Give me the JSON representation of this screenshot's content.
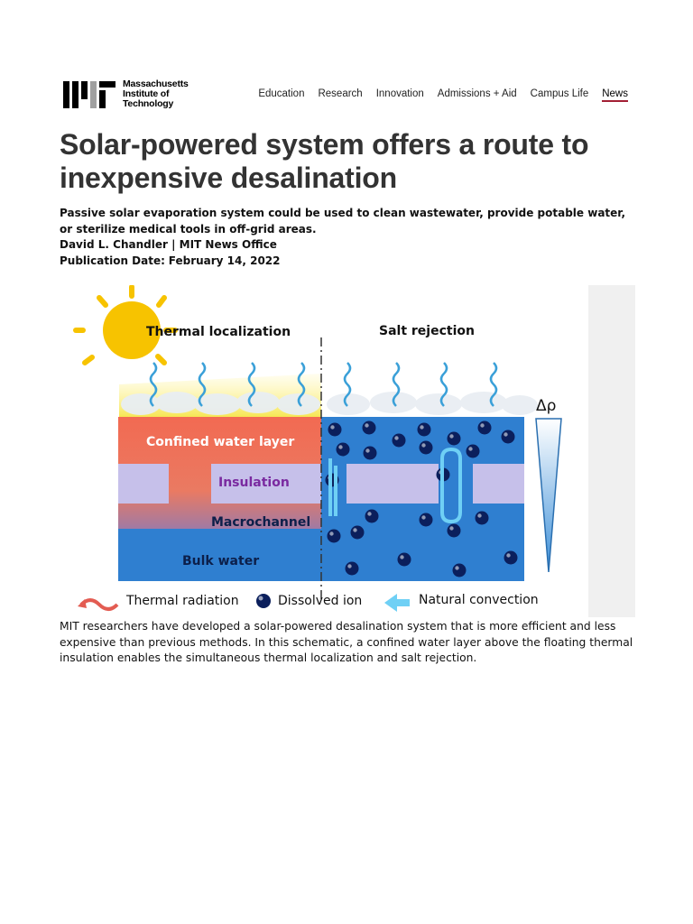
{
  "logo": {
    "lines": [
      "Massachusetts",
      "Institute of",
      "Technology"
    ],
    "mark_icon": "mit-logo-mark"
  },
  "nav": {
    "items": [
      "Education",
      "Research",
      "Innovation",
      "Admissions + Aid",
      "Campus Life",
      "News"
    ],
    "active": "News",
    "accent_color": "#a31f34"
  },
  "article": {
    "title": "Solar-powered system offers a route to inexpensive desalination",
    "subtitle": "Passive solar evaporation system could be used to clean wastewater, provide potable water, or sterilize medical tools in off-grid areas.",
    "byline": "David L. Chandler | MIT News Office",
    "pub_label": "Publication Date:",
    "pub_date": "February 14, 2022",
    "caption": "MIT researchers have developed a solar-powered desalination system that is more efficient and less expensive than previous methods. In this schematic, a confined water layer above the floating thermal insulation enables the simultaneous thermal localization and salt rejection."
  },
  "figure": {
    "left_title": "Thermal localization",
    "right_title": "Salt rejection",
    "layer_top": "Confined water layer",
    "layer_insulation": "Insulation",
    "layer_channel": "Macrochannel",
    "layer_bulk": "Bulk water",
    "gradient_label": "Δρ",
    "legend": [
      "Thermal radiation",
      "Dissolved ion",
      "Natural convection"
    ],
    "colors": {
      "hot": "#f0705a",
      "water": "#2f7fd0",
      "insulation": "#c6c0ea",
      "sun": "#f7c300",
      "ion": "#0b1f5c"
    }
  }
}
